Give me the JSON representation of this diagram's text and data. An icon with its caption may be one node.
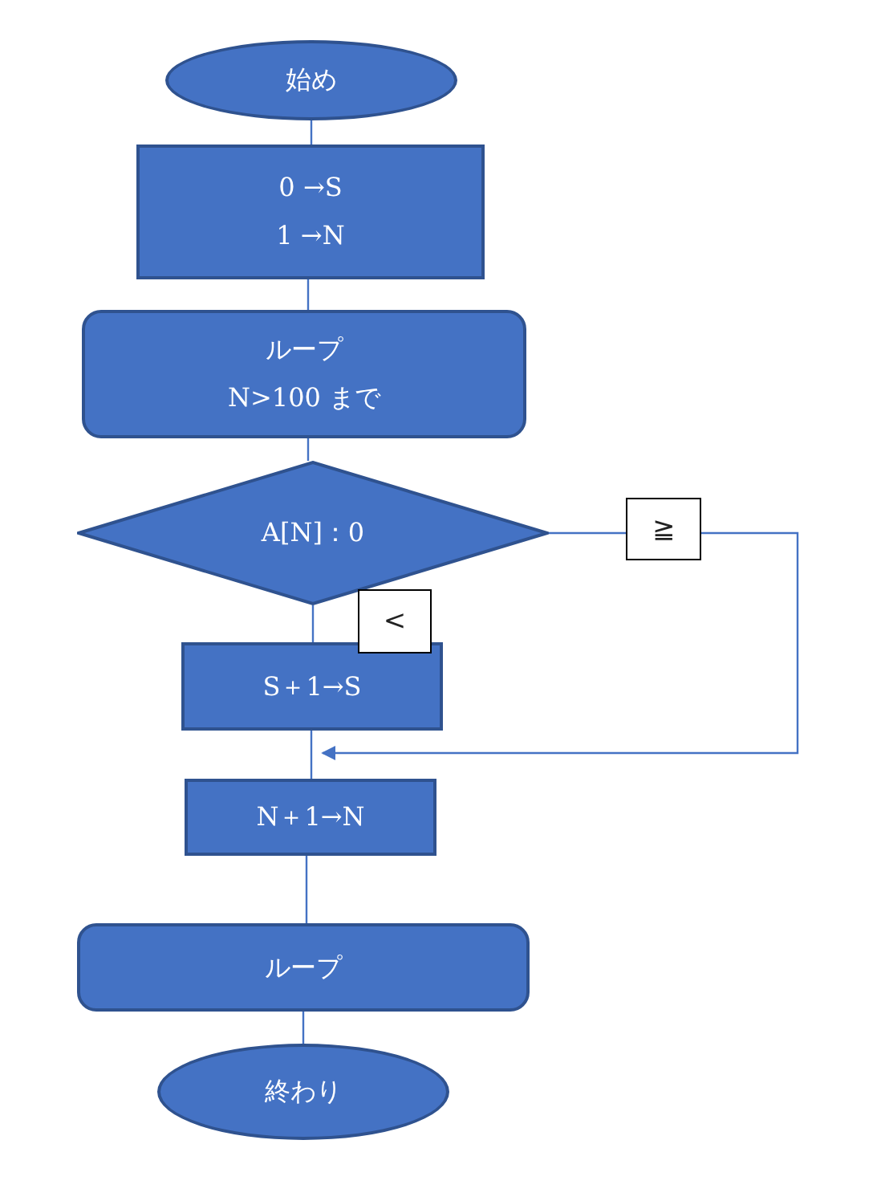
{
  "diagram": {
    "nodes": [
      {
        "text": [
          "始め"
        ]
      },
      {
        "text": [
          "0 →S",
          "1 →N"
        ]
      },
      {
        "text": [
          "ループ",
          "N>100 まで"
        ]
      },
      {
        "text": [
          "A[N]：0"
        ]
      },
      {
        "text": [
          "S＋1→S"
        ]
      },
      {
        "text": [
          "N＋1→N"
        ]
      },
      {
        "text": [
          "ループ"
        ]
      },
      {
        "text": [
          "終わり"
        ]
      }
    ],
    "edges": [
      {
        "from": 0,
        "to": 1,
        "arrow": "none"
      },
      {
        "from": 1,
        "to": 2,
        "arrow": "none"
      },
      {
        "from": 2,
        "to": 3,
        "arrow": "none"
      },
      {
        "from": 3,
        "to": 4,
        "arrow": "none",
        "label": "<"
      },
      {
        "from": 3,
        "to": 5,
        "arrow": "to",
        "label": "≧"
      },
      {
        "from": 4,
        "to": 5,
        "arrow": "none"
      },
      {
        "from": 5,
        "to": 6,
        "arrow": "none"
      },
      {
        "from": 6,
        "to": 7,
        "arrow": "none"
      }
    ]
  }
}
